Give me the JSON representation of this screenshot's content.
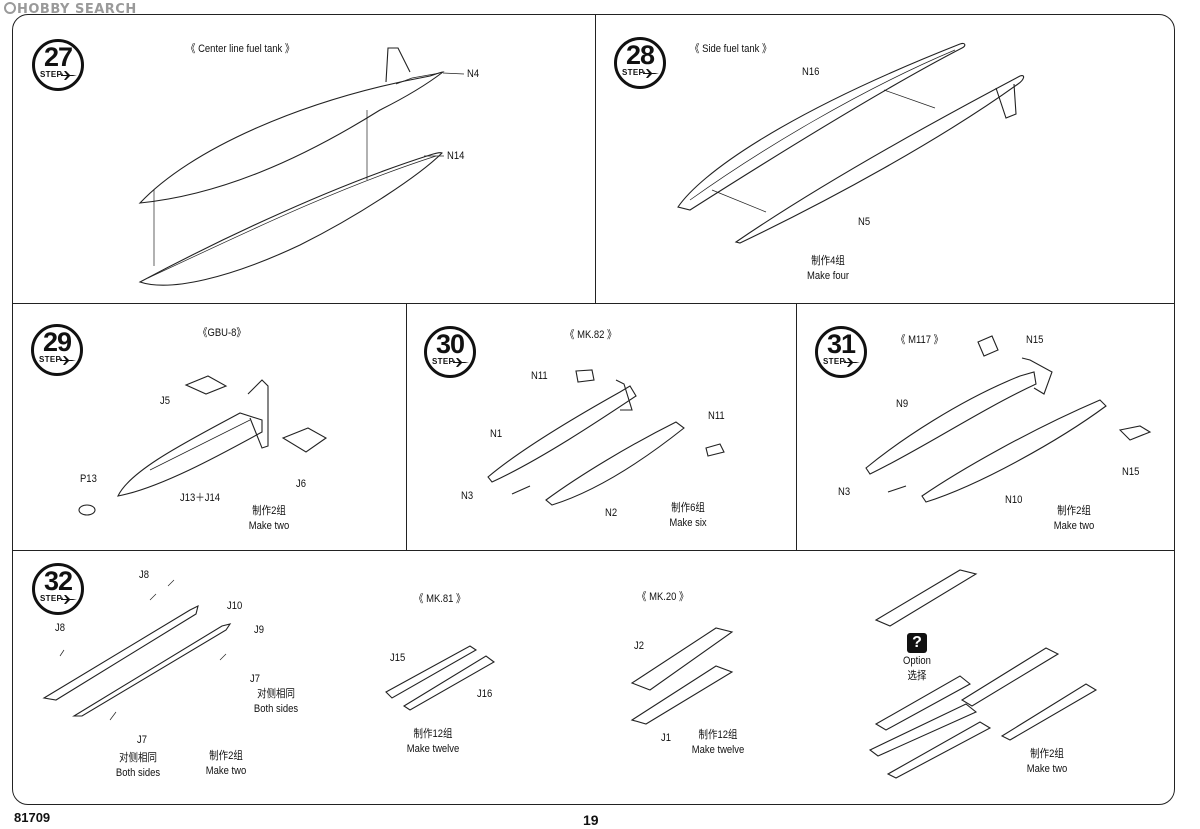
{
  "watermark": "HOBBY SEARCH",
  "step_word": "STEP",
  "steps": {
    "s27": {
      "number": "27",
      "title": "《 Center line fuel tank 》",
      "parts": {
        "n4": "N4",
        "n14": "N14"
      }
    },
    "s28": {
      "number": "28",
      "title": "《 Side fuel tank 》",
      "parts": {
        "n16": "N16",
        "n5": "N5"
      },
      "qty_cn": "制作4组",
      "qty_en": "Make four"
    },
    "s29": {
      "number": "29",
      "title": "《GBU-8》",
      "parts": {
        "j5": "J5",
        "j6": "J6",
        "p13": "P13",
        "j1314": "J13＋J14"
      },
      "qty_cn": "制作2组",
      "qty_en": "Make two"
    },
    "s30": {
      "number": "30",
      "title": "《 MK.82 》",
      "parts": {
        "n11a": "N11",
        "n11b": "N11",
        "n1": "N1",
        "n3": "N3",
        "n2": "N2"
      },
      "qty_cn": "制作6组",
      "qty_en": "Make six"
    },
    "s31": {
      "number": "31",
      "title": "《 M117 》",
      "parts": {
        "n15a": "N15",
        "n15b": "N15",
        "n9": "N9",
        "n3": "N3",
        "n10": "N10"
      },
      "qty_cn": "制作2组",
      "qty_en": "Make two"
    },
    "s32": {
      "number": "32",
      "parts": {
        "j8a": "J8",
        "j8b": "J8",
        "j10": "J10",
        "j9": "J9",
        "j7a": "J7",
        "j7b": "J7"
      },
      "both_cn_a": "对侧相同",
      "both_en_a": "Both sides",
      "both_cn_b": "对侧相同",
      "both_en_b": "Both sides",
      "qty_cn": "制作2组",
      "qty_en": "Make two",
      "mk81": {
        "title": "《 MK.81 》",
        "j15": "J15",
        "j16": "J16",
        "qty_cn": "制作12组",
        "qty_en": "Make twelve"
      },
      "mk20": {
        "title": "《 MK.20 》",
        "j2": "J2",
        "j1": "J1",
        "qty_cn": "制作12组",
        "qty_en": "Make twelve"
      },
      "option": {
        "icon": "?",
        "en": "Option",
        "cn": "选择",
        "qty_cn": "制作2组",
        "qty_en": "Make two"
      }
    }
  },
  "footer": {
    "kit_number": "81709",
    "page_number": "19"
  }
}
